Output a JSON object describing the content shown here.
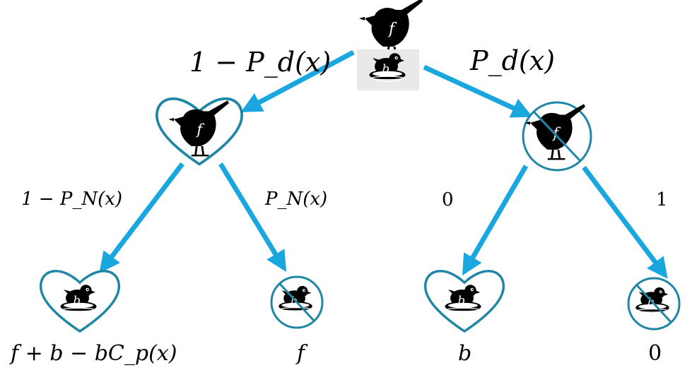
{
  "colors": {
    "edge": "#1aa7e0",
    "frame": "#1f86a6",
    "silhouette": "#000000"
  },
  "root": {
    "parent_icon": "bird-silhouette-icon",
    "parent_symbol": "f",
    "nest_icon": "chick-in-nest-icon",
    "nest_symbol": "b"
  },
  "branch_labels": {
    "not_detected": "1 − P_d(x)",
    "detected": "P_d(x)",
    "not_neglect": "1 − P_N(x)",
    "neglect": "P_N(x)",
    "zero": "0",
    "one": "1"
  },
  "intermediate": [
    {
      "frame": "heart-icon",
      "icon": "bird-silhouette-icon",
      "symbol": "f"
    },
    {
      "frame": "prohibited-circle-icon",
      "icon": "bird-silhouette-icon",
      "symbol": "f"
    }
  ],
  "leaves": [
    {
      "frame": "heart-icon",
      "icon": "chick-in-nest-icon",
      "symbol": "b",
      "payoff": "f + b − bC_p(x)"
    },
    {
      "frame": "prohibited-circle-icon",
      "icon": "chick-in-nest-icon",
      "symbol": "b",
      "payoff": "f"
    },
    {
      "frame": "heart-icon",
      "icon": "chick-in-nest-icon",
      "symbol": "b",
      "payoff": "b"
    },
    {
      "frame": "prohibited-circle-icon",
      "icon": "chick-in-nest-icon",
      "symbol": "b",
      "payoff": "0"
    }
  ]
}
